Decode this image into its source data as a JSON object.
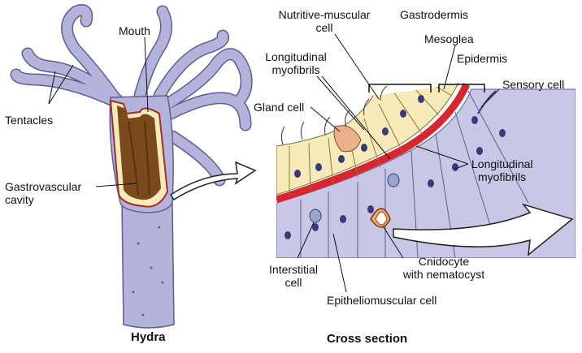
{
  "hydra": {
    "caption": "Hydra",
    "labels": {
      "mouth": "Mouth",
      "tentacles": "Tentacles",
      "cavity_line1": "Gastrovascular",
      "cavity_line2": "cavity"
    }
  },
  "cross_section": {
    "caption": "Cross section",
    "labels": {
      "nutritive_line1": "Nutritive-muscular",
      "nutritive_line2": "cell",
      "gastrodermis": "Gastrodermis",
      "mesoglea": "Mesoglea",
      "epidermis": "Epidermis",
      "long_myo_top_line1": "Longitudinal",
      "long_myo_top_line2": "myofibrils",
      "gland_cell": "Gland cell",
      "sensory_cell": "Sensory cell",
      "long_myo_right_line1": "Longitudinal",
      "long_myo_right_line2": "myofibrils",
      "interstitial_line1": "Interstitial",
      "interstitial_line2": "cell",
      "cnidocyte_line1": "Cnidocyte",
      "cnidocyte_line2": "with nematocyst",
      "epitheliomuscular": "Epitheliomuscular cell"
    }
  },
  "colors": {
    "body": "#b3b3dc",
    "body_stroke": "#5e5e92",
    "cavity": "#7a4a1c",
    "gastrodermis": "#f6eab8",
    "mesoglea": "#d7262d",
    "epidermis": "#c9c6e6",
    "nucleus": "#3a3a7a"
  }
}
